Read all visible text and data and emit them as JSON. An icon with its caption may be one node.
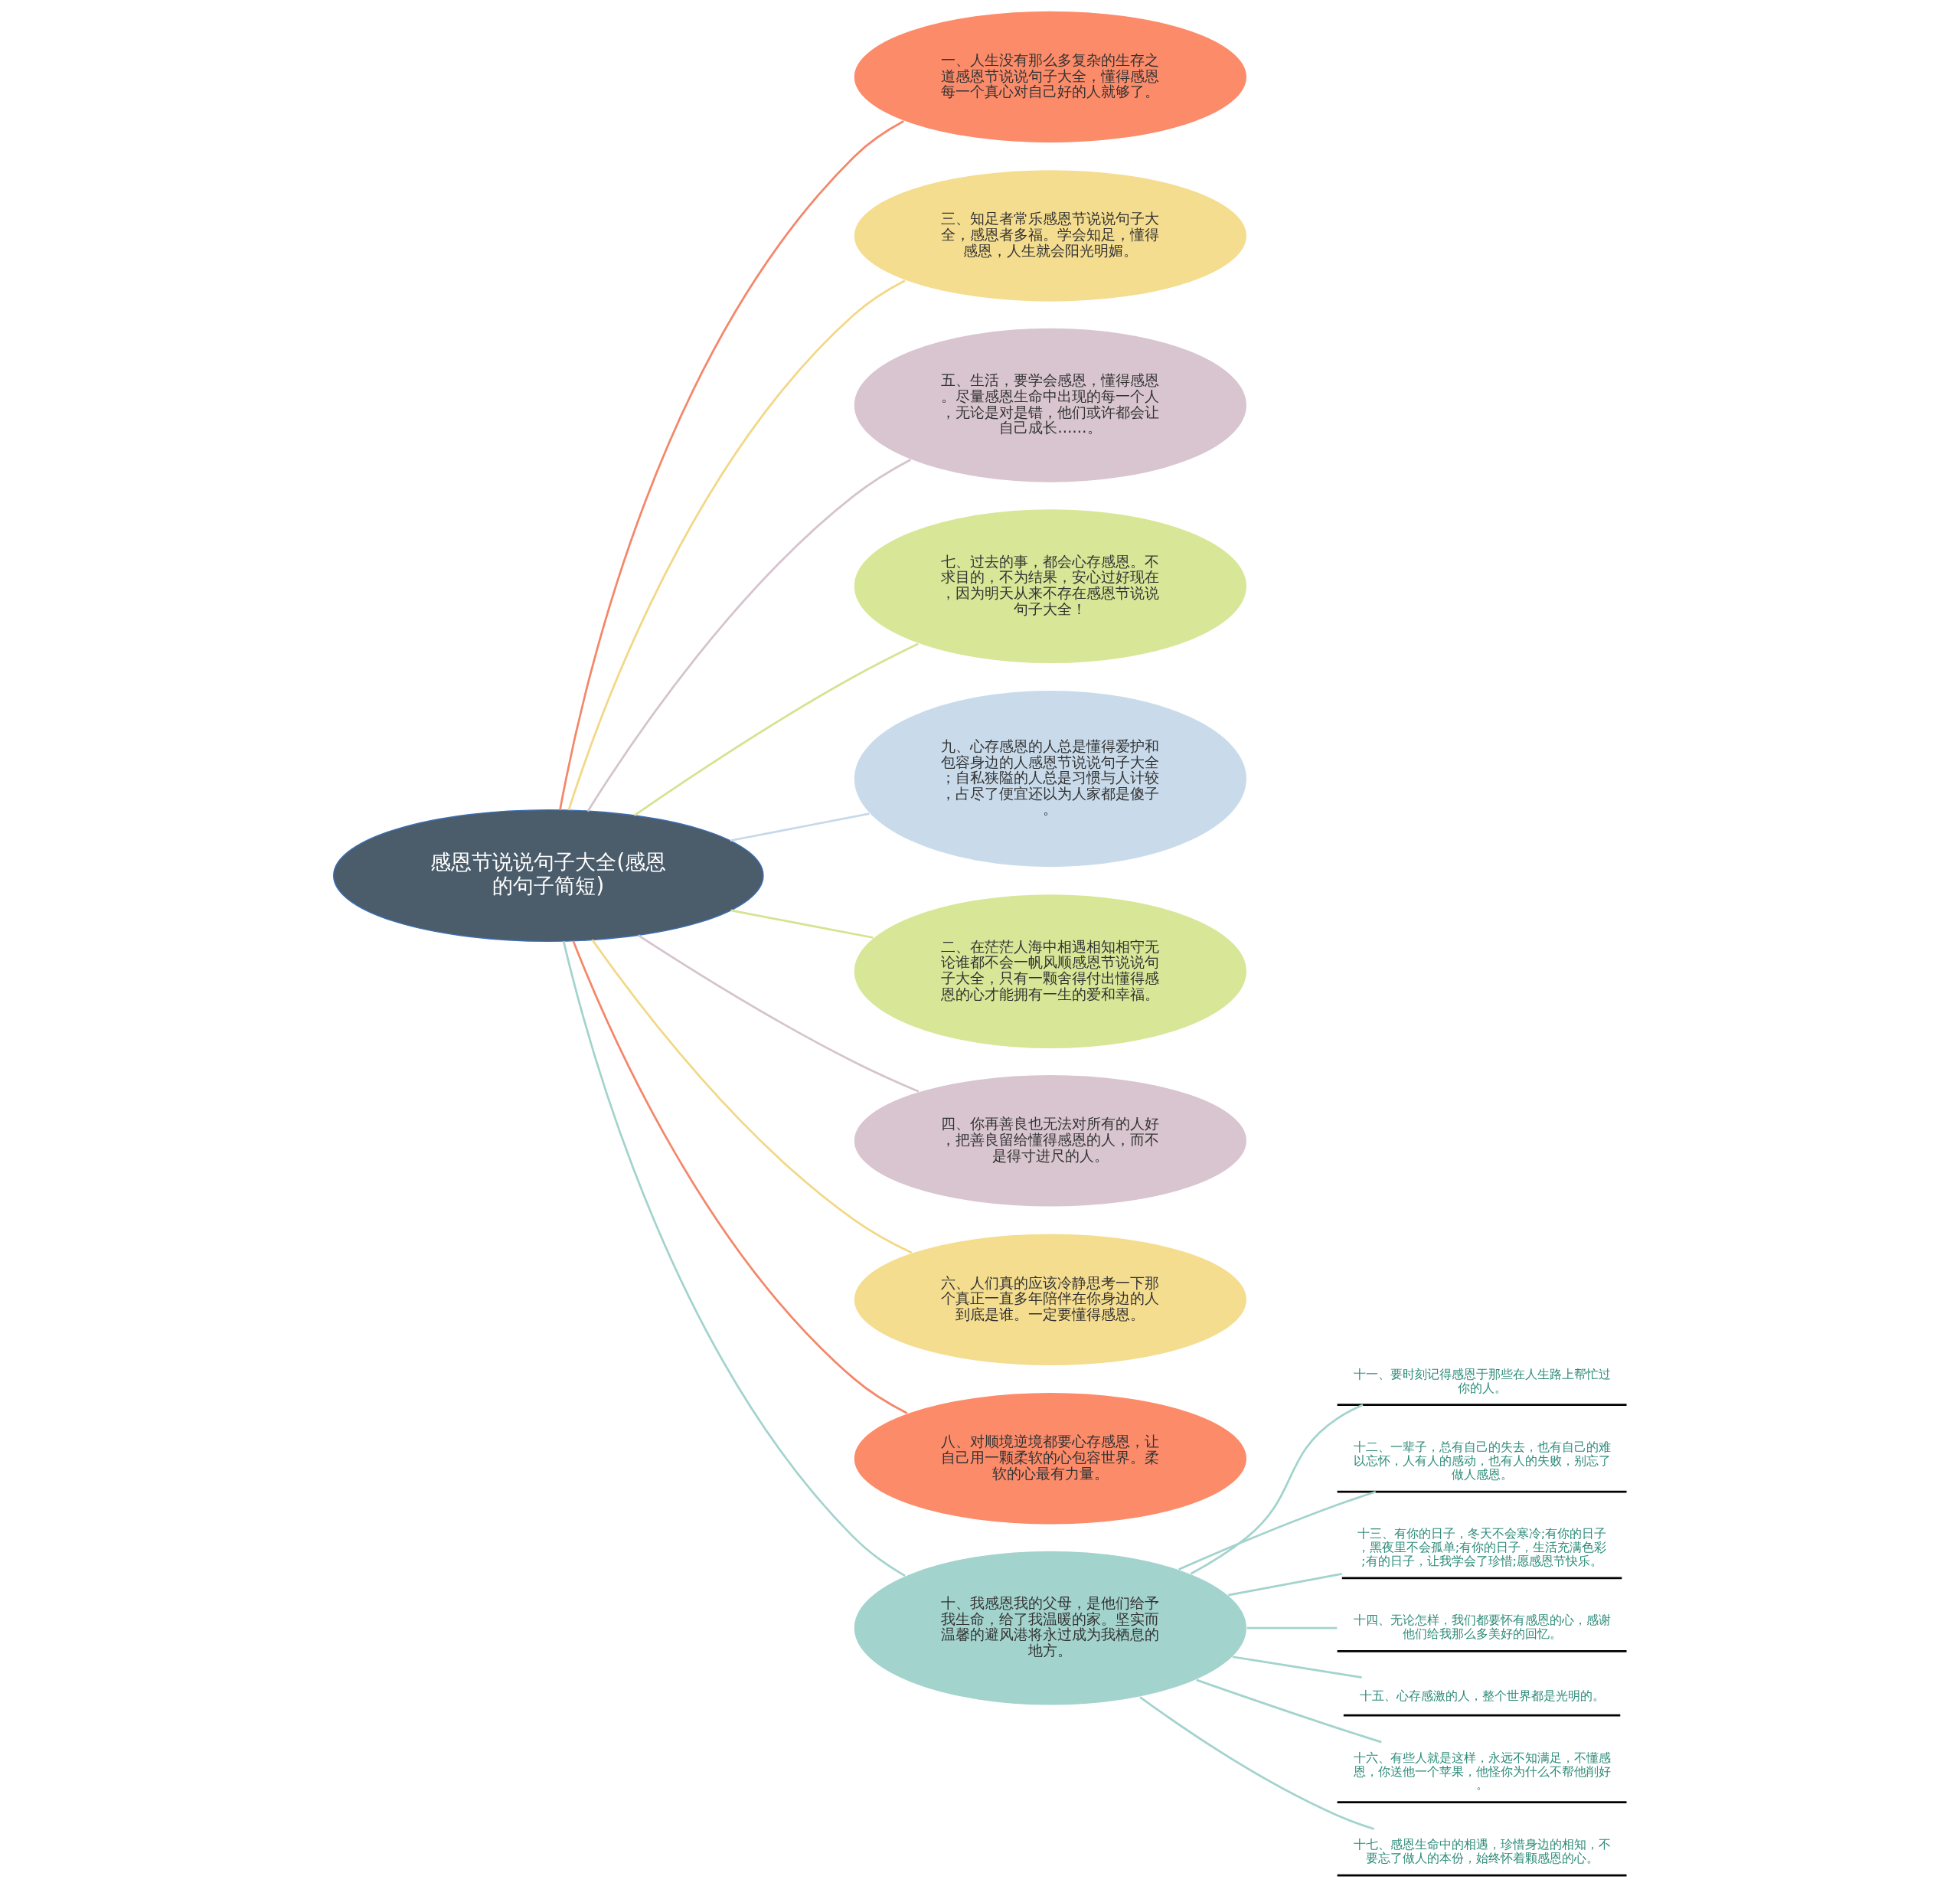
{
  "diagram": {
    "nodes": [
      {
        "text": [
          "感恩节说说句子大全(感恩的句子简短)"
        ]
      },
      {
        "text": [
          "一、人生没有那么多复杂的生存之道感恩节说说句子大全，懂得感恩每一个真心对自己好的人就够了。"
        ]
      },
      {
        "text": [
          "三、知足者常乐感恩节说说句子大全，感恩者多福。学会知足，懂得感恩，人生就会阳光明媚。"
        ]
      },
      {
        "text": [
          "五、生活，要学会感恩，懂得感恩。尽量感恩生命中出现的每一个人，无论是对是错，他们或许都会让自己成长……。"
        ]
      },
      {
        "text": [
          "七、过去的事，都会心存感恩。不求目的，不为结果，安心过好现在，因为明天从来不存在感恩节说说句子大全！"
        ]
      },
      {
        "text": [
          "九、心存感恩的人总是懂得爱护和包容身边的人感恩节说说句子大全；自私狭隘的人总是习惯与人计较，占尽了便宜还以为人家都是傻子。"
        ]
      },
      {
        "text": [
          "二、在茫茫人海中相遇相知相守无论谁都不会一帆风顺感恩节说说句子大全，只有一颗舍得付出懂得感恩的心才能拥有一生的爱和幸福。"
        ]
      },
      {
        "text": [
          "四、你再善良也无法对所有的人好，把善良留给懂得感恩的人，而不是得寸进尺的人。"
        ]
      },
      {
        "text": [
          "六、人们真的应该冷静思考一下那个真正一直多年陪伴在你身边的人到底是谁。一定要懂得感恩。"
        ]
      },
      {
        "text": [
          "八、对顺境逆境都要心存感恩，让自己用一颗柔软的心包容世界。柔软的心最有力量。"
        ]
      },
      {
        "text": [
          "十、我感恩我的父母，是他们给予我生命，给了我温暖的家。坚实而温馨的避风港将永过成为我栖息的地方。"
        ]
      },
      {
        "text": [
          "十一、要时刻记得感恩于那些在人生路上帮忙过你的人。"
        ]
      },
      {
        "text": [
          "十二、一辈子，总有自己的失去，也有自己的难以忘怀，人有人的感动，也有人的失败，别忘了做人感恩。"
        ]
      },
      {
        "text": [
          "十三、有你的日子，冬天不会寒冷;有你的日子，黑夜里不会孤单;有你的日子，生活充满色彩;有的日子，让我学会了珍惜;愿感恩节快乐。"
        ]
      },
      {
        "text": [
          "十四、无论怎样，我们都要怀有感恩的心，感谢他们给我那么多美好的回忆。"
        ]
      },
      {
        "text": [
          "十五、心存感激的人，整个世界都是光明的。"
        ]
      },
      {
        "text": [
          "十六、有些人就是这样，永远不知满足，不懂感恩，你送他一个苹果，他怪你为什么不帮他削好。"
        ]
      },
      {
        "text": [
          "十七、感恩生命中的相遇，珍惜身边的相知，不要忘了做人的本份，始终怀着颗感恩的心。"
        ]
      }
    ],
    "edges": [
      {
        "from": 0,
        "to": 1,
        "arrow": "none",
        "color": "#f4876a"
      },
      {
        "from": 0,
        "to": 2,
        "arrow": "none",
        "color": "#f2d886"
      },
      {
        "from": 0,
        "to": 3,
        "arrow": "none",
        "color": "#d5c3cd"
      },
      {
        "from": 0,
        "to": 4,
        "arrow": "none",
        "color": "#d5e391"
      },
      {
        "from": 0,
        "to": 5,
        "arrow": "none",
        "color": "#c6d9ea"
      },
      {
        "from": 0,
        "to": 6,
        "arrow": "none",
        "color": "#d5e391"
      },
      {
        "from": 0,
        "to": 7,
        "arrow": "none",
        "color": "#d5c3cd"
      },
      {
        "from": 0,
        "to": 8,
        "arrow": "none",
        "color": "#f2d886"
      },
      {
        "from": 0,
        "to": 9,
        "arrow": "none",
        "color": "#f4876a"
      },
      {
        "from": 0,
        "to": 10,
        "arrow": "none"
      },
      {
        "from": 10,
        "to": 11,
        "arrow": "none"
      },
      {
        "from": 10,
        "to": 12,
        "arrow": "none"
      },
      {
        "from": 10,
        "to": 13,
        "arrow": "none"
      },
      {
        "from": 10,
        "to": 14,
        "arrow": "none"
      },
      {
        "from": 10,
        "to": 15,
        "arrow": "none"
      },
      {
        "from": 10,
        "to": 16,
        "arrow": "none"
      },
      {
        "from": 10,
        "to": 17,
        "arrow": "none"
      }
    ]
  }
}
